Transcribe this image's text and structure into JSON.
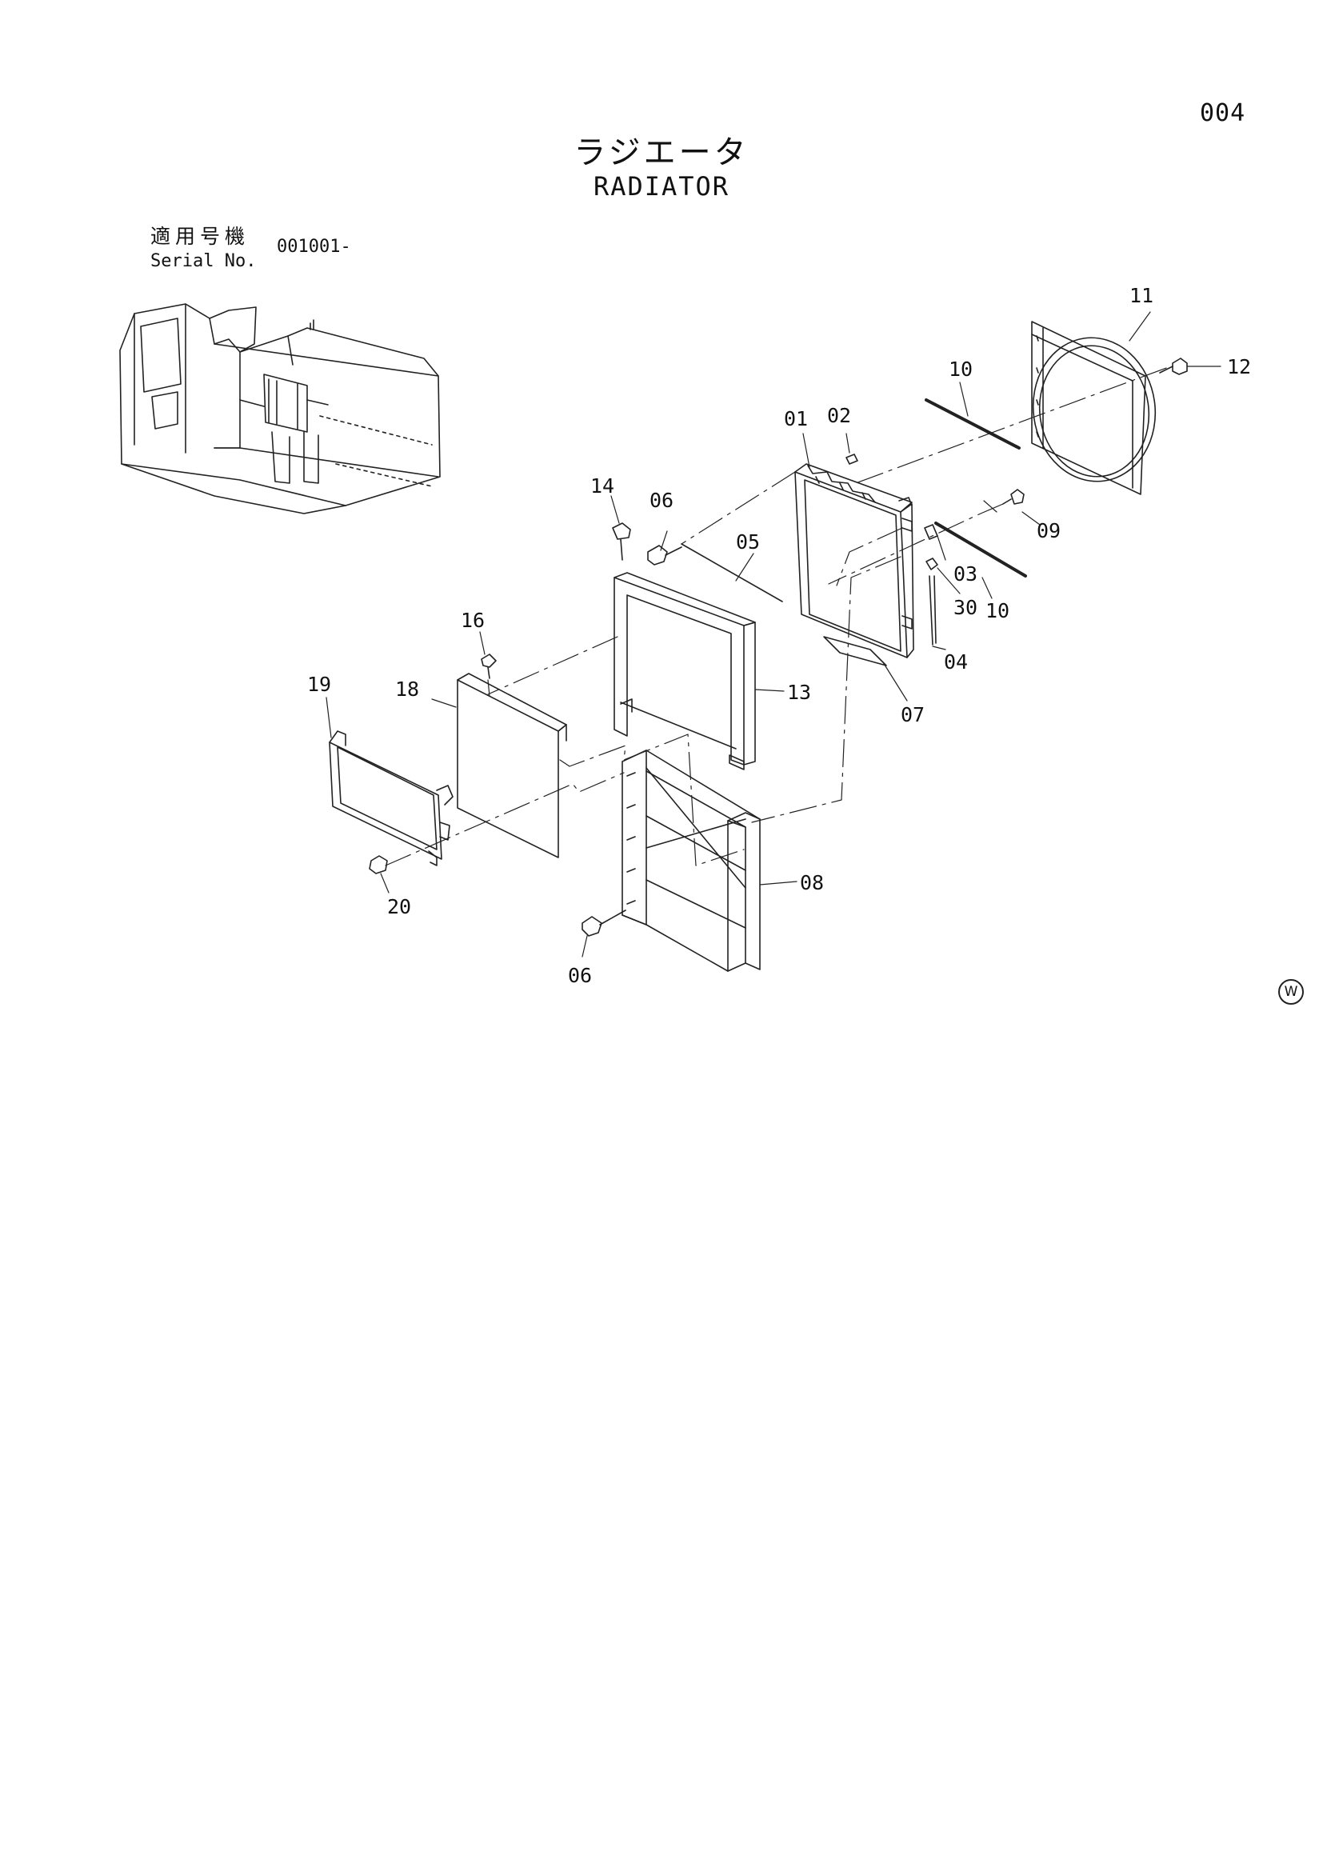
{
  "page": {
    "number": "004",
    "title_jp": "ラジエータ",
    "title_en": "RADIATOR",
    "serial_label_jp": "適用号機",
    "serial_label_en": "Serial No.",
    "serial_value": "001001-",
    "watermark": "W"
  },
  "callouts": {
    "c01": "01",
    "c02": "02",
    "c03": "03",
    "c04": "04",
    "c05": "05",
    "c06a": "06",
    "c06b": "06",
    "c07": "07",
    "c08": "08",
    "c09": "09",
    "c10a": "10",
    "c10b": "10",
    "c11": "11",
    "c12": "12",
    "c13": "13",
    "c14": "14",
    "c16": "16",
    "c18": "18",
    "c19": "19",
    "c20": "20",
    "c30": "30"
  }
}
